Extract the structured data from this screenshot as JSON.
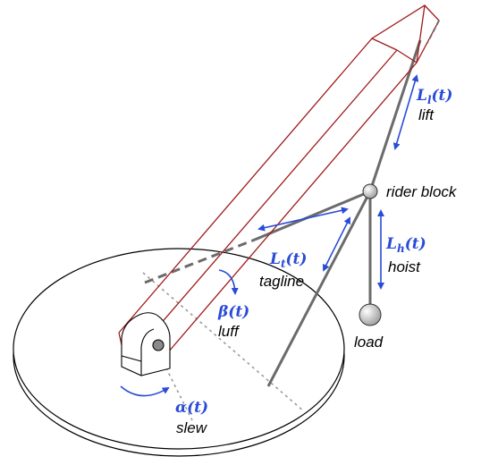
{
  "labels": {
    "lift_symbol": "L",
    "lift_sub": "l",
    "lift_arg": "(t)",
    "lift_word": "lift",
    "rider_block": "rider block",
    "hoist_symbol": "L",
    "hoist_sub": "h",
    "hoist_arg": "(t)",
    "hoist_word": "hoist",
    "tagline_symbol": "L",
    "tagline_sub": "t",
    "tagline_arg": "(t)",
    "tagline_word": "tagline",
    "luff_symbol": "β(t)",
    "luff_word": "luff",
    "load": "load",
    "slew_symbol": "α(t)",
    "slew_word": "slew"
  },
  "colors": {
    "boom": "#a01a1a",
    "annotation": "#2a4bd7",
    "cable": "#6b6b6b",
    "outline": "#000000",
    "guide": "#9a9a9a",
    "node_fill": "#d8d8d8"
  }
}
